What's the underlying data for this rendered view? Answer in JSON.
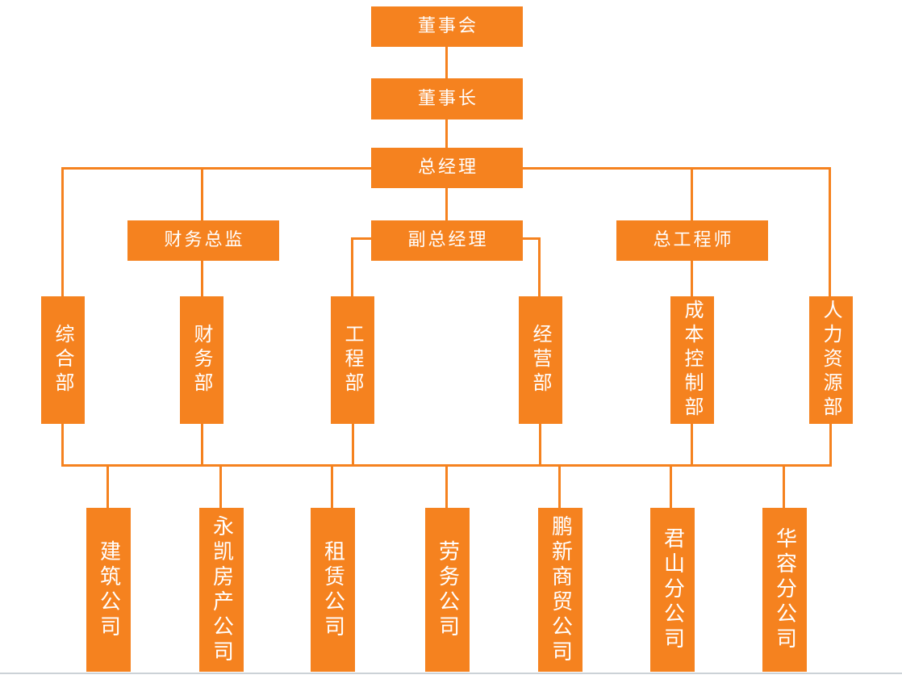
{
  "page": {
    "background_color": "#ffffff",
    "footer_divider_color": "#ccd2d7"
  },
  "org_chart": {
    "type": "organization-chart",
    "accent_color": "#F5821F",
    "box_text_color": "#ffffff",
    "executive": {
      "board": "董事会",
      "chairman": "董事长",
      "general_manager": "总经理"
    },
    "management": {
      "finance_director": "财务总监",
      "deputy_general_manager": "副总经理",
      "chief_engineer": "总工程师"
    },
    "departments": {
      "general_affairs": "综合部",
      "finance": "财务部",
      "engineering": "工程部",
      "operations": "经营部",
      "cost_control": "成本控制部",
      "human_resources": "人力资源部"
    },
    "companies": {
      "construction": "建筑公司",
      "yongkai_real_estate": "永凯房产公司",
      "leasing": "租赁公司",
      "labor_services": "劳务公司",
      "pengxin_trading": "鹏新商贸公司",
      "junshan_branch": "君山分公司",
      "huarong_branch": "华容分公司"
    }
  }
}
